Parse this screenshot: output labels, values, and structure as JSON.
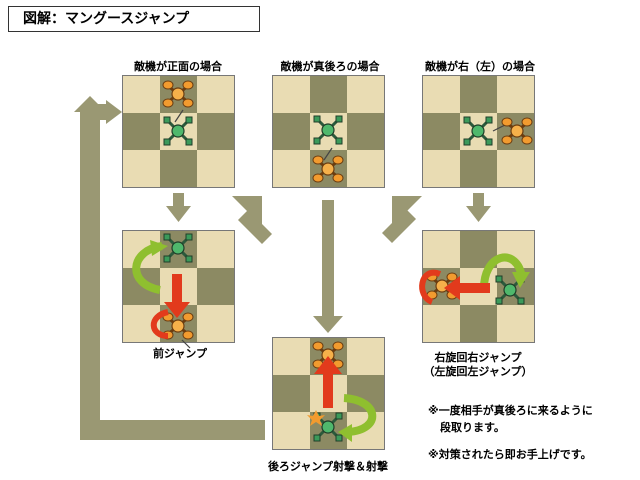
{
  "title": "図解：マングースジャンプ",
  "case_labels": {
    "front": "敵機が正面の場合",
    "behind": "敵機が真後ろの場合",
    "side": "敵機が右（左）の場合"
  },
  "action_labels": {
    "front_jump": "前ジャンプ",
    "back_jump": "後ろジャンプ射撃＆射撃",
    "spin_jump_line1": "右旋回右ジャンプ",
    "spin_jump_line2": "（左旋回左ジャンプ）"
  },
  "notes": {
    "note1_line1": "※一度相手が真後ろに来るように",
    "note1_line2": "段取ります。",
    "note2": "※対策されたら即お手上げです。"
  },
  "colors": {
    "light_square": "#e9dcb3",
    "dark_square": "#8c8a63",
    "flow_arrow": "#9a9873",
    "player_mech": "#3b9a5a",
    "enemy_mech": "#e8962e",
    "jump_arrow_green": "#8fbf2f",
    "attack_arrow_red": "#e23a1c"
  },
  "icons": {
    "player": "green-mech-icon",
    "enemy": "orange-mech-icon"
  }
}
